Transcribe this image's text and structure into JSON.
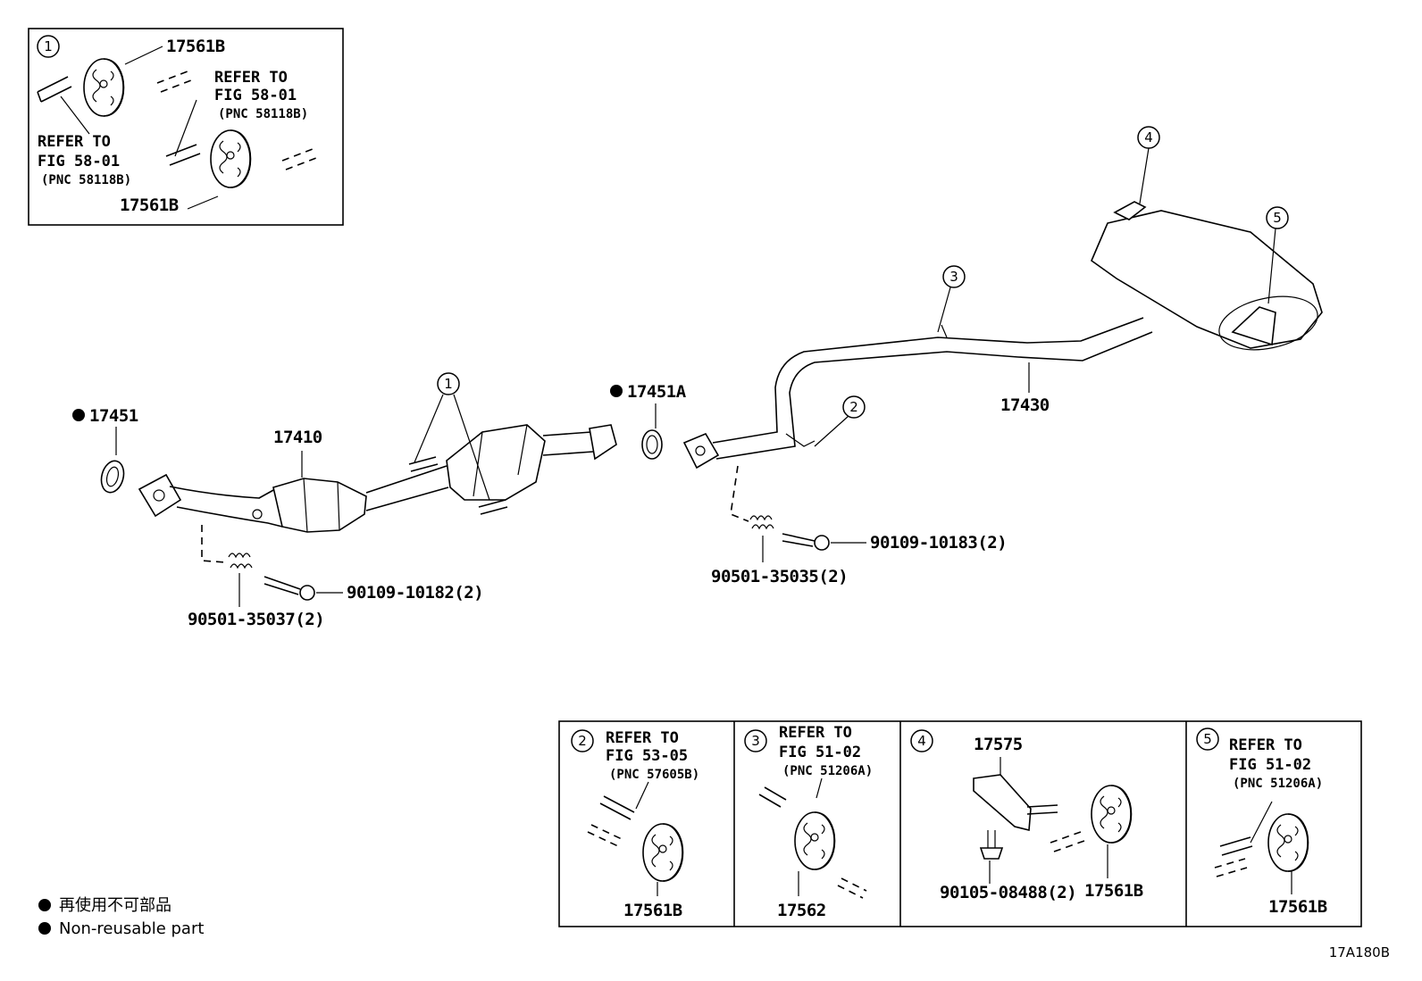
{
  "part_numbers": {
    "front_gasket": "17451",
    "front_pipe": "17410",
    "center_gasket": "17451A",
    "tail_pipe": "17430",
    "front_spring": "90501-35037(2)",
    "front_bolt": "90109-10182(2)",
    "rear_spring": "90501-35035(2)",
    "rear_bolt": "90109-10183(2)",
    "hanger_1a": "17561B",
    "hanger_1b": "17561B",
    "hanger_2": "17561B",
    "hanger_3": "17562",
    "bracket_4": "17575",
    "bolt_4": "90105-08488(2)",
    "hanger_4": "17561B",
    "hanger_5": "17561B"
  },
  "callouts": {
    "c1": "1",
    "c2": "2",
    "c3": "3",
    "c4": "4",
    "c5": "5"
  },
  "references": {
    "ref_1a": {
      "l1": "REFER TO",
      "l2": "FIG 58-01",
      "l3": "(PNC 58118B)"
    },
    "ref_1b": {
      "l1": "REFER TO",
      "l2": "FIG 58-01",
      "l3": "(PNC 58118B)"
    },
    "ref_2": {
      "l1": "REFER TO",
      "l2": "FIG 53-05",
      "l3": "(PNC 57605B)"
    },
    "ref_3": {
      "l1": "REFER TO",
      "l2": "FIG 51-02",
      "l3": "(PNC 51206A)"
    },
    "ref_5": {
      "l1": "REFER TO",
      "l2": "FIG 51-02",
      "l3": "(PNC 51206A)"
    }
  },
  "legend": {
    "jp": "再使用不可部品",
    "en": "Non-reusable part"
  },
  "figure_code": "17A180B"
}
